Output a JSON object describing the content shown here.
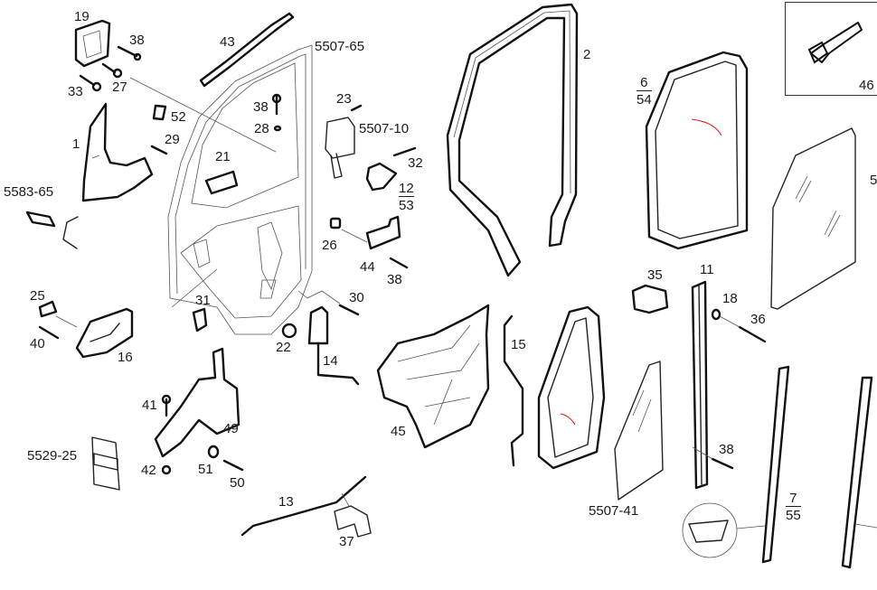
{
  "diagram": {
    "title": "Front door exploded parts diagram",
    "callouts": [
      {
        "id": "19",
        "text": "19"
      },
      {
        "id": "38a",
        "text": "38"
      },
      {
        "id": "33",
        "text": "33"
      },
      {
        "id": "27",
        "text": "27"
      },
      {
        "id": "43",
        "text": "43"
      },
      {
        "id": "5507-65",
        "text": "5507-65"
      },
      {
        "id": "52",
        "text": "52"
      },
      {
        "id": "1",
        "text": "1"
      },
      {
        "id": "29",
        "text": "29"
      },
      {
        "id": "38b",
        "text": "38"
      },
      {
        "id": "28",
        "text": "28"
      },
      {
        "id": "21",
        "text": "21"
      },
      {
        "id": "23",
        "text": "23"
      },
      {
        "id": "5507-10",
        "text": "5507-10"
      },
      {
        "id": "32",
        "text": "32"
      },
      {
        "id": "2",
        "text": "2"
      },
      {
        "id": "46",
        "text": "46"
      },
      {
        "id": "5",
        "text": "5"
      },
      {
        "id": "5583-65",
        "text": "5583-65"
      },
      {
        "id": "26",
        "text": "26"
      },
      {
        "id": "44",
        "text": "44"
      },
      {
        "id": "38c",
        "text": "38"
      },
      {
        "id": "25",
        "text": "25"
      },
      {
        "id": "40",
        "text": "40"
      },
      {
        "id": "16",
        "text": "16"
      },
      {
        "id": "31",
        "text": "31"
      },
      {
        "id": "30",
        "text": "30"
      },
      {
        "id": "22",
        "text": "22"
      },
      {
        "id": "14",
        "text": "14"
      },
      {
        "id": "15",
        "text": "15"
      },
      {
        "id": "45",
        "text": "45"
      },
      {
        "id": "35",
        "text": "35"
      },
      {
        "id": "11",
        "text": "11"
      },
      {
        "id": "18",
        "text": "18"
      },
      {
        "id": "36",
        "text": "36"
      },
      {
        "id": "41",
        "text": "41"
      },
      {
        "id": "49",
        "text": "49"
      },
      {
        "id": "5529-25",
        "text": "5529-25"
      },
      {
        "id": "42",
        "text": "42"
      },
      {
        "id": "51",
        "text": "51"
      },
      {
        "id": "50",
        "text": "50"
      },
      {
        "id": "38d",
        "text": "38"
      },
      {
        "id": "13",
        "text": "13"
      },
      {
        "id": "37",
        "text": "37"
      },
      {
        "id": "5507-41",
        "text": "5507-41"
      }
    ],
    "fractions": [
      {
        "id": "6-54",
        "numerator": "6",
        "denominator": "54"
      },
      {
        "id": "12-53",
        "numerator": "12",
        "denominator": "53"
      },
      {
        "id": "7-55",
        "numerator": "7",
        "denominator": "55"
      }
    ]
  }
}
